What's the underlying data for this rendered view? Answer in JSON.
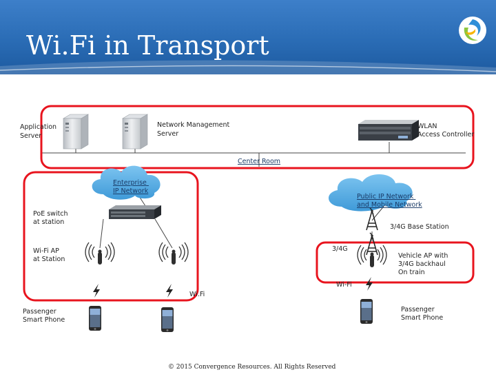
{
  "slide": {
    "title": "Wi.Fi in Transport",
    "footer": "© 2015 Convergence Resources. All Rights Reserved"
  },
  "labels": {
    "application_server": [
      "Application",
      "Server"
    ],
    "network_management_server": [
      "Network Management",
      "Server"
    ],
    "wlan_controller": [
      "WLAN",
      "Access Controller"
    ],
    "center_room": "Center Room",
    "enterprise_network": [
      "Enterprise",
      "IP Network"
    ],
    "public_network": [
      "Public IP Network",
      "and Mobile Network"
    ],
    "poe_switch": [
      "PoE switch",
      "at station"
    ],
    "base_station": "3/4G Base Station",
    "wifi_ap": [
      "Wi-Fi AP",
      "at Station"
    ],
    "link_34g": "3/4G",
    "vehicle_ap": [
      "Vehicle AP with",
      "3/4G backhaul",
      "On train"
    ],
    "wifi_train": "Wi-Fi",
    "wifi_station": "Wi.Fi",
    "passenger_left": [
      "Passenger",
      "Smart Phone"
    ],
    "passenger_right": [
      "Passenger",
      "Smart Phone"
    ]
  },
  "colors": {
    "header": "#2a6cb5",
    "highlight_box": "#e8141e",
    "cloud": "#5aaee6",
    "link_line": "#444444"
  },
  "icons": {
    "logo": "swirl-logo-icon",
    "server": "tower-server-icon",
    "controller": "rack-controller-icon",
    "switch": "network-switch-icon",
    "antenna": "wifi-antenna-icon",
    "tower": "cell-tower-icon",
    "signal": "lightning-signal-icon",
    "phone": "smartphone-icon"
  }
}
